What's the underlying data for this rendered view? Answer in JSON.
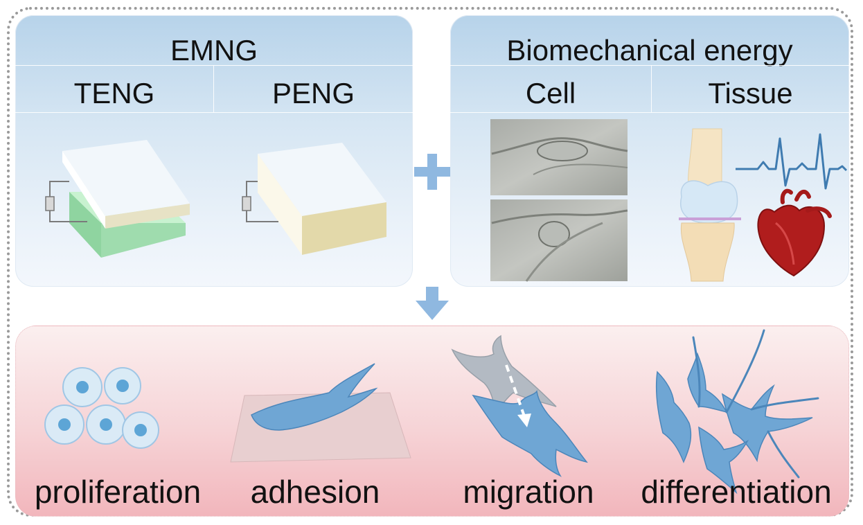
{
  "left_panel": {
    "title": "EMNG",
    "columns": [
      "TENG",
      "PENG"
    ]
  },
  "right_panel": {
    "title": "Biomechanical energy",
    "columns": [
      "Cell",
      "Tissue"
    ]
  },
  "outcomes": [
    "proliferation",
    "adhesion",
    "migration",
    "differentiation"
  ],
  "colors": {
    "panel_top": "#c9ddef",
    "panel_bottom": "#f5c6cb",
    "arrow": "#8fb8e0",
    "cell_blue": "#6f9ec9",
    "teng_green": "#a6e6b4",
    "peng_layer": "#e6dcb0",
    "heart_red": "#b01d1d"
  },
  "icons": [
    "plus-icon",
    "down-arrow-icon",
    "ecg-waveform-icon",
    "knee-joint-icon",
    "heart-icon"
  ]
}
